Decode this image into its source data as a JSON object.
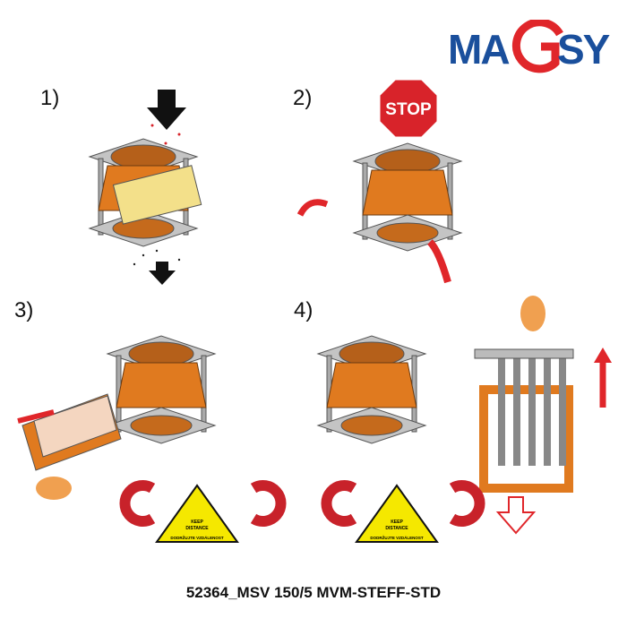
{
  "logo": {
    "text": "MAGSY",
    "colors": {
      "blue": "#1a4f9c",
      "red": "#e0262a"
    }
  },
  "steps": [
    {
      "label": "1)"
    },
    {
      "label": "2)"
    },
    {
      "label": "3)"
    },
    {
      "label": "4)"
    }
  ],
  "stop_sign": {
    "text": "STOP",
    "color": "#d8232a"
  },
  "warning_sign": {
    "line1": "KEEP",
    "line2": "DISTANCE",
    "line3": "DODRŽUJTE VZDÁLENOST",
    "color": "#f5e800"
  },
  "caption": "52364_MSV 150/5 MVM-STEFF-STD",
  "colors": {
    "orange": "#e07a1f",
    "steel": "#b9b9b9",
    "arrow_red": "#e0262a"
  }
}
